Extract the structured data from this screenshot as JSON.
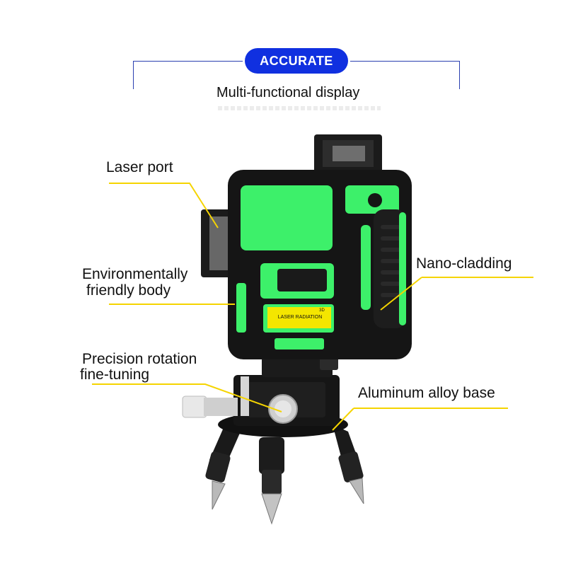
{
  "header": {
    "badge": "ACCURATE",
    "subtitle": "Multi-functional display"
  },
  "callouts": {
    "laser_port": "Laser port",
    "env_body_line1": "Environmentally",
    "env_body_line2": "friendly body",
    "precision_line1": "Precision rotation",
    "precision_line2": "fine-tuning",
    "nano_cladding": "Nano-cladding",
    "aluminum_base": "Aluminum alloy base"
  },
  "device_sticker": {
    "title": "LASER RADIATION",
    "tag": "3D"
  },
  "colors": {
    "accent_blue": "#1030e0",
    "bracket_blue": "#2a3fb0",
    "leader_yellow": "#f5d400",
    "device_green": "#3df06a",
    "device_black": "#151515"
  }
}
